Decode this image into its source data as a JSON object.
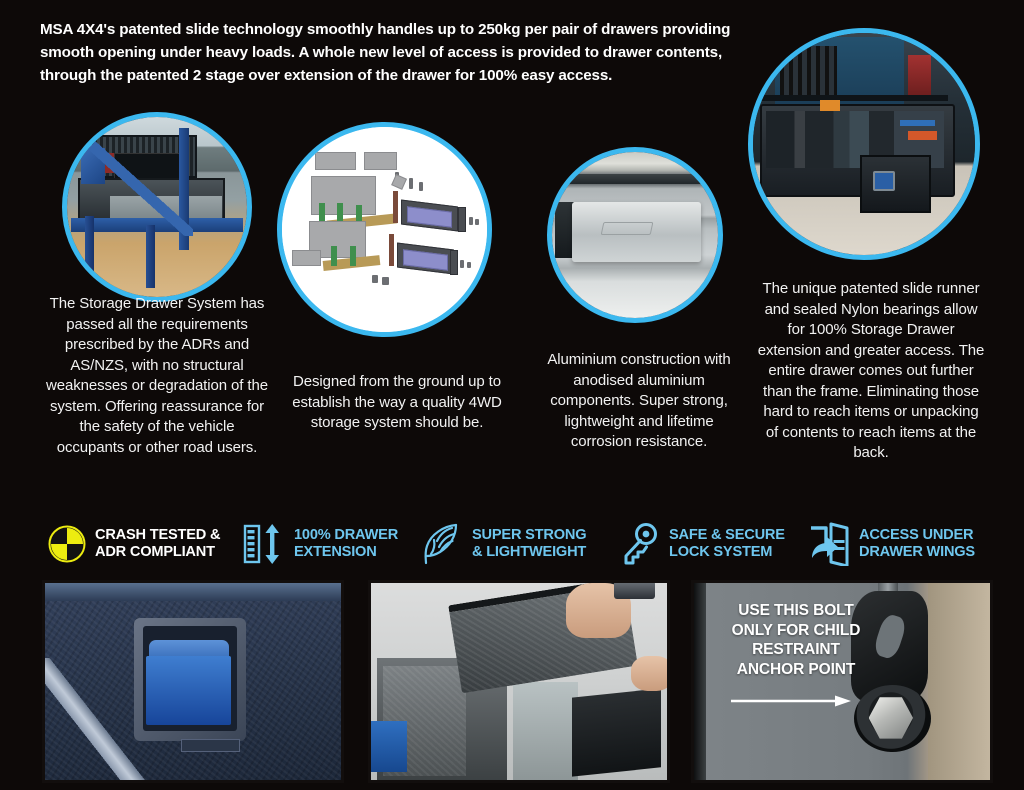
{
  "intro": {
    "paragraph": "MSA 4X4's patented slide technology smoothly handles up to 250kg per pair of drawers providing smooth opening under heavy loads. A whole new level of access is provided to drawer contents, through the patented 2 stage over extension of the drawer for 100% easy access."
  },
  "features": [
    {
      "id": "storage-drawer-system",
      "image_alt": "blue steel test frame with storage drawer system",
      "caption": "The Storage Drawer System has passed all the requirements prescribed by the ADRs and AS/NZS, with no structural weaknesses or degradation of the system. Offering reassurance for the safety of the vehicle occupants or other road users."
    },
    {
      "id": "designed-from-ground-up",
      "image_alt": "exploded CAD assembly diagram of drawer slides",
      "caption": "Designed from the ground up to establish the way a quality 4WD storage system should be."
    },
    {
      "id": "aluminium-construction",
      "image_alt": "close up of anodised aluminium drawer extrusion",
      "caption": "Aluminium construction with anodised aluminium components. Super strong, lightweight and lifetime corrosion resistance."
    },
    {
      "id": "patented-slide-runner",
      "image_alt": "fully extended storage drawer loaded with gear in vehicle",
      "caption": "The unique patented slide runner and sealed Nylon bearings allow for 100% Storage Drawer extension and greater access. The entire drawer comes out further than the frame. Eliminating those hard to reach items or unpacking of contents to reach items at the back."
    }
  ],
  "icon_bar": [
    {
      "icon": "crash-test-dummy-icon",
      "line1": "CRASH TESTED &",
      "line2": "ADR COMPLIANT"
    },
    {
      "icon": "ruler-double-arrow-icon",
      "line1": "100% DRAWER",
      "line2": "EXTENSION"
    },
    {
      "icon": "feather-icon",
      "line1": "SUPER STRONG",
      "line2": "& LIGHTWEIGHT"
    },
    {
      "icon": "key-icon",
      "line1": "SAFE & SECURE",
      "line2": "LOCK SYSTEM"
    },
    {
      "icon": "arrow-into-door-icon",
      "line1": "ACCESS UNDER",
      "line2": "DRAWER WINGS"
    }
  ],
  "bottom_photos": [
    {
      "id": "drawer-handle-photo",
      "alt": "blue anodised drawer handle recessed in carpeted drawer front"
    },
    {
      "id": "drawer-wing-photo",
      "alt": "hands lifting the carpeted drawer wing panel off the cabinet"
    },
    {
      "id": "child-restraint-bolt-photo",
      "alt": "black anchor bracket with bolt on vehicle panel",
      "overlay_lines": [
        "USE THIS BOLT",
        "ONLY FOR CHILD",
        "RESTRAINT",
        "ANCHOR POINT"
      ],
      "overlay_arrow": "right-arrow-icon"
    }
  ],
  "colors": {
    "background": "#0d0908",
    "accent_blue": "#3bb8ef",
    "icon_blue": "#6ec6ee",
    "crash_yellow": "#ecec10",
    "text_white": "#f2f2f2"
  }
}
